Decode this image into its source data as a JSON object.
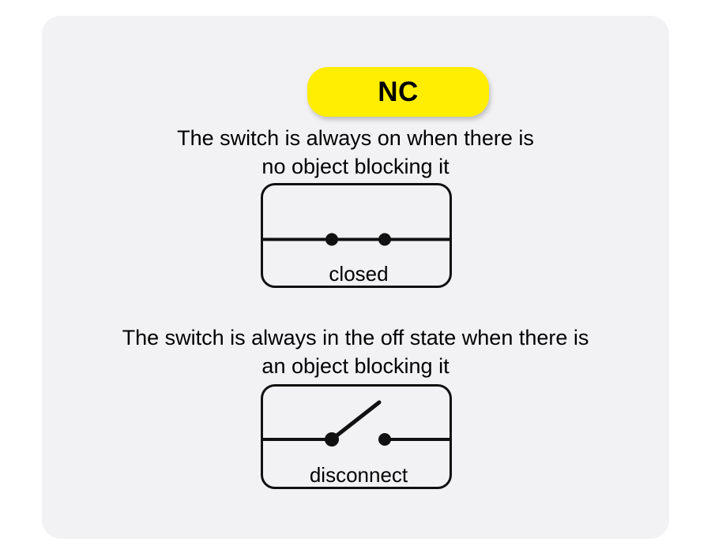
{
  "card": {
    "background_color": "#f2f1f3"
  },
  "badge": {
    "label": "NC",
    "background_color": "#ffee00",
    "text_color": "#000000"
  },
  "sections": [
    {
      "caption_line1": "The switch is always on when there is",
      "caption_line2": "no object blocking it",
      "state_label": "closed",
      "contact_state": "closed"
    },
    {
      "caption_line1": "The switch is always in the off state when there is",
      "caption_line2": "an object blocking it",
      "state_label": "disconnect",
      "contact_state": "open"
    }
  ]
}
